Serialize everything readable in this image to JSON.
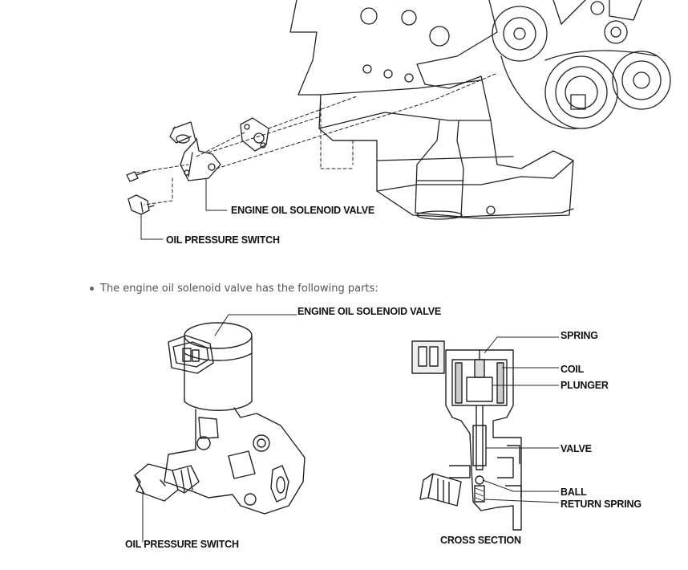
{
  "top_diagram": {
    "labels": {
      "solenoid_valve": "ENGINE OIL SOLENOID VALVE",
      "pressure_switch": "OIL PRESSURE SWITCH"
    }
  },
  "bullet": {
    "text": "The engine oil solenoid valve has the following parts:"
  },
  "parts_diagram": {
    "labels": {
      "solenoid_valve": "ENGINE OIL SOLENOID VALVE",
      "pressure_switch": "OIL PRESSURE SWITCH"
    }
  },
  "cross_section": {
    "labels": {
      "spring": "SPRING",
      "coil": "COIL",
      "plunger": "PLUNGER",
      "valve": "VALVE",
      "ball": "BALL",
      "return_spring": "RETURN SPRING",
      "title": "CROSS SECTION"
    }
  }
}
